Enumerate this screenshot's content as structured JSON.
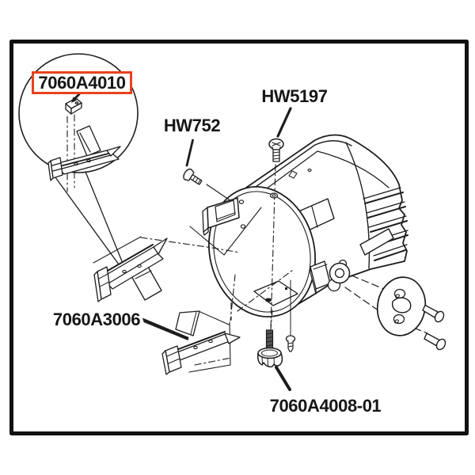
{
  "colors": {
    "line": "#1d1d1d",
    "frame": "#111111",
    "highlight_border": "#e8421f",
    "label_text": "#161616",
    "background": "#ffffff"
  },
  "callouts": {
    "highlighted_part": {
      "part_number": "7060A4010"
    },
    "top_screw": {
      "part_number": "HW5197"
    },
    "side_screw": {
      "part_number": "HW752"
    },
    "mount_bracket": {
      "part_number": "7060A3006"
    },
    "thumbscrew": {
      "part_number": "7060A4008-01"
    }
  }
}
